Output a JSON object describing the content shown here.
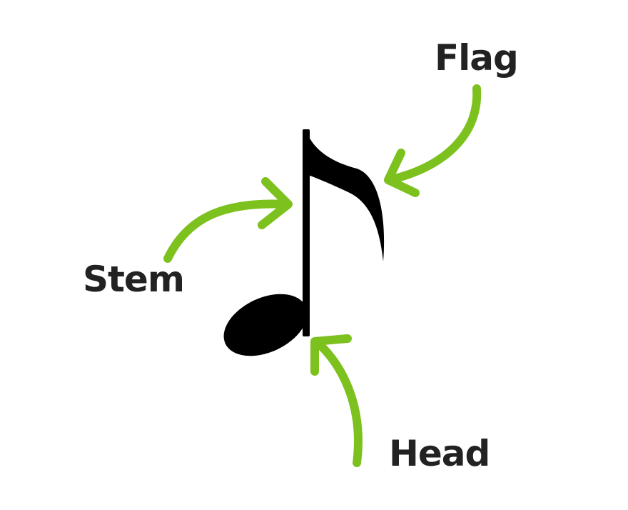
{
  "labels": {
    "flag": "Flag",
    "stem": "Stem",
    "head": "Head"
  },
  "colors": {
    "arrow": "#7dc11f",
    "note": "#000000",
    "text": "#222222"
  }
}
